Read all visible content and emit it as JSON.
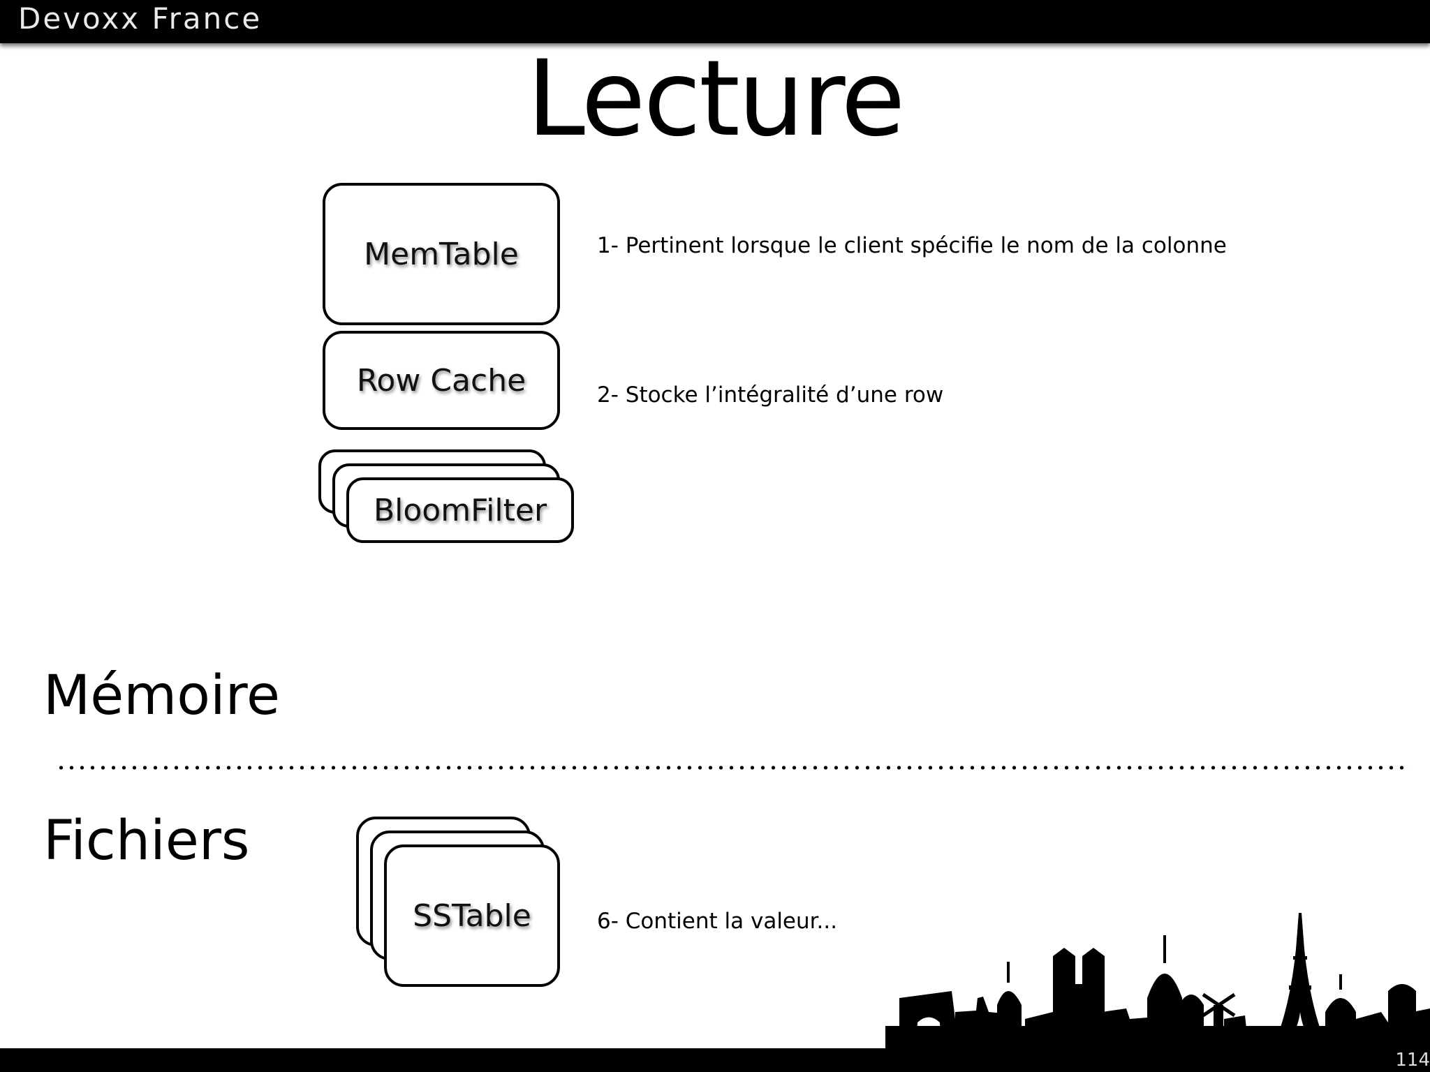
{
  "header": {
    "brand": "Devoxx France"
  },
  "slide": {
    "title": "Lecture",
    "boxes": {
      "memtable": "MemTable",
      "row_cache": "Row Cache",
      "bloom_filter": "BloomFilter",
      "sstable": "SSTable"
    },
    "notes": {
      "n1": "1- Pertinent lorsque le client spécifie le nom de la colonne",
      "n2": "2- Stocke l’intégralité d’une row",
      "n6": "6- Contient la valeur..."
    },
    "sections": {
      "memory": "Mémoire",
      "files": "Fichiers"
    },
    "page_number": "114"
  }
}
